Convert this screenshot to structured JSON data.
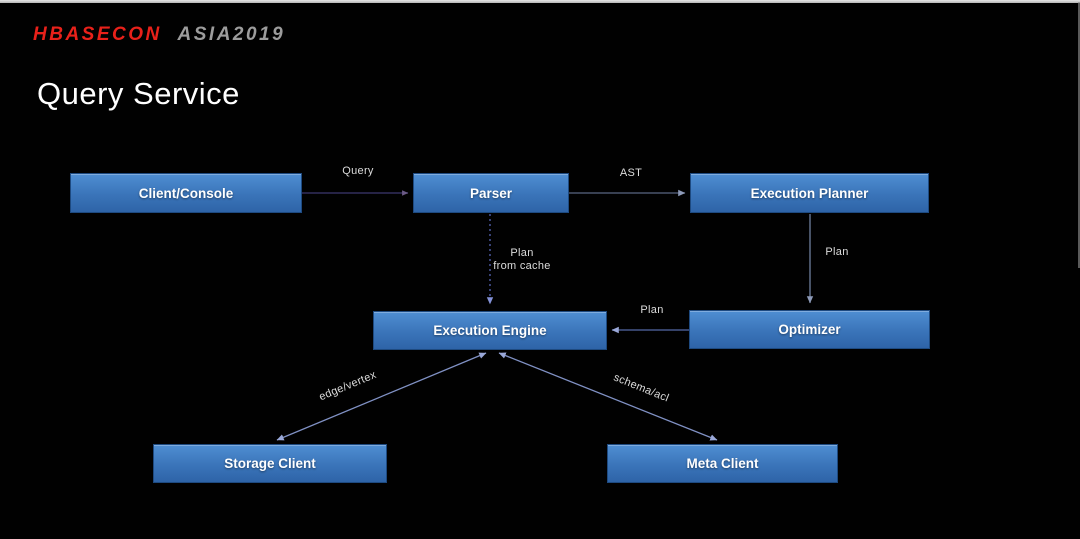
{
  "header": {
    "logo_primary": "HBASECON",
    "logo_secondary": "ASIA2019",
    "title": "Query Service"
  },
  "diagram": {
    "nodes": [
      {
        "id": "client-console",
        "label": "Client/Console"
      },
      {
        "id": "parser",
        "label": "Parser"
      },
      {
        "id": "execution-planner",
        "label": "Execution Planner"
      },
      {
        "id": "execution-engine",
        "label": "Execution Engine"
      },
      {
        "id": "optimizer",
        "label": "Optimizer"
      },
      {
        "id": "storage-client",
        "label": "Storage Client"
      },
      {
        "id": "meta-client",
        "label": "Meta Client"
      }
    ],
    "edges": [
      {
        "from": "client-console",
        "to": "parser",
        "label": "Query"
      },
      {
        "from": "parser",
        "to": "execution-planner",
        "label": "AST"
      },
      {
        "from": "parser",
        "to": "execution-engine",
        "label": "Plan\nfrom cache",
        "style": "dotted"
      },
      {
        "from": "execution-planner",
        "to": "optimizer",
        "label": "Plan"
      },
      {
        "from": "optimizer",
        "to": "execution-engine",
        "label": "Plan"
      },
      {
        "from": "execution-engine",
        "to": "storage-client",
        "label": "edge/vertex",
        "bidirectional": true
      },
      {
        "from": "execution-engine",
        "to": "meta-client",
        "label": "schema/acl",
        "bidirectional": true
      }
    ],
    "colors": {
      "background": "#010101",
      "node_gradient_top": "#4f8ed2",
      "node_gradient_bottom": "#2e64a8",
      "logo_red": "#e8211a",
      "logo_gray": "#9c9c9c",
      "connector_light_blue": "#8091c4",
      "title_text": "#ffffff"
    }
  }
}
